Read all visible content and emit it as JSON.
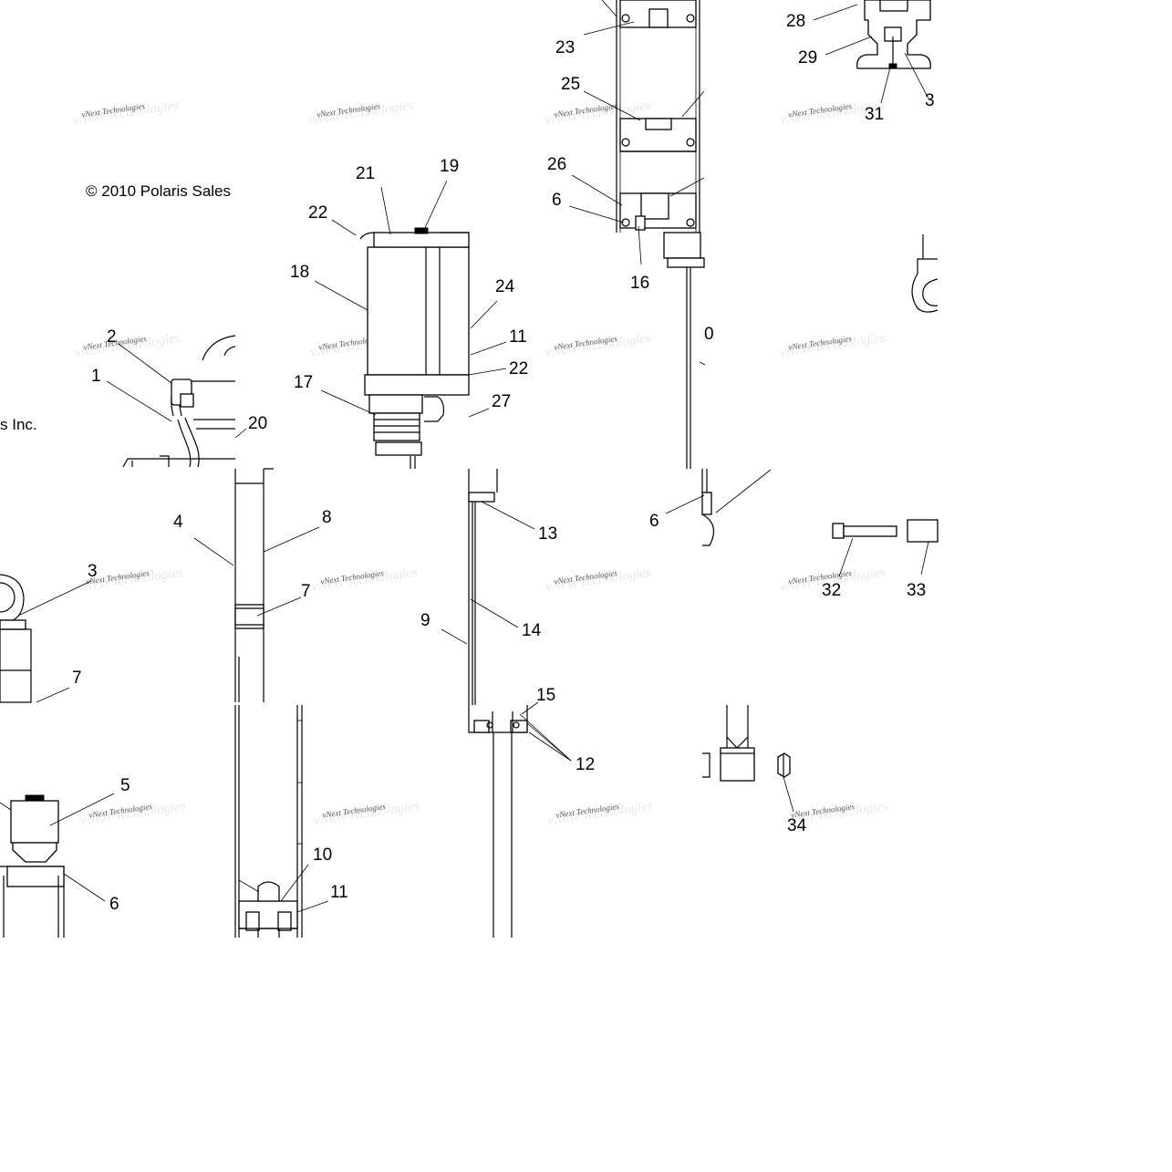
{
  "copyright": {
    "line1": "© 2010 Polaris Sales",
    "line2": "s Inc."
  },
  "watermark": {
    "text": "vNext Technologies"
  },
  "callouts": [
    {
      "id": "c21",
      "text": "21"
    },
    {
      "id": "c19",
      "text": "19"
    },
    {
      "id": "c22a",
      "text": "22"
    },
    {
      "id": "c18",
      "text": "18"
    },
    {
      "id": "c24",
      "text": "24"
    },
    {
      "id": "c11a",
      "text": "11"
    },
    {
      "id": "c22b",
      "text": "22"
    },
    {
      "id": "c17",
      "text": "17"
    },
    {
      "id": "c27",
      "text": "27"
    },
    {
      "id": "c2",
      "text": "2"
    },
    {
      "id": "c1",
      "text": "1"
    },
    {
      "id": "c20",
      "text": "20"
    },
    {
      "id": "c23",
      "text": "23"
    },
    {
      "id": "c25",
      "text": "25"
    },
    {
      "id": "c26",
      "text": "26"
    },
    {
      "id": "c6a",
      "text": "6"
    },
    {
      "id": "c16",
      "text": "16"
    },
    {
      "id": "c28",
      "text": "28"
    },
    {
      "id": "c29",
      "text": "29"
    },
    {
      "id": "c31",
      "text": "31"
    },
    {
      "id": "c30",
      "text": "3"
    },
    {
      "id": "c0",
      "text": "0"
    },
    {
      "id": "c4",
      "text": "4"
    },
    {
      "id": "c8",
      "text": "8"
    },
    {
      "id": "c3",
      "text": "3"
    },
    {
      "id": "c7a",
      "text": "7"
    },
    {
      "id": "c7b",
      "text": "7"
    },
    {
      "id": "c13",
      "text": "13"
    },
    {
      "id": "c9",
      "text": "9"
    },
    {
      "id": "c14",
      "text": "14"
    },
    {
      "id": "c15",
      "text": "15"
    },
    {
      "id": "c12",
      "text": "12"
    },
    {
      "id": "c6b",
      "text": "6"
    },
    {
      "id": "c32",
      "text": "32"
    },
    {
      "id": "c33",
      "text": "33"
    },
    {
      "id": "c5",
      "text": "5"
    },
    {
      "id": "c6c",
      "text": "6"
    },
    {
      "id": "c10",
      "text": "10"
    },
    {
      "id": "c11b",
      "text": "11"
    },
    {
      "id": "c34",
      "text": "34"
    }
  ]
}
